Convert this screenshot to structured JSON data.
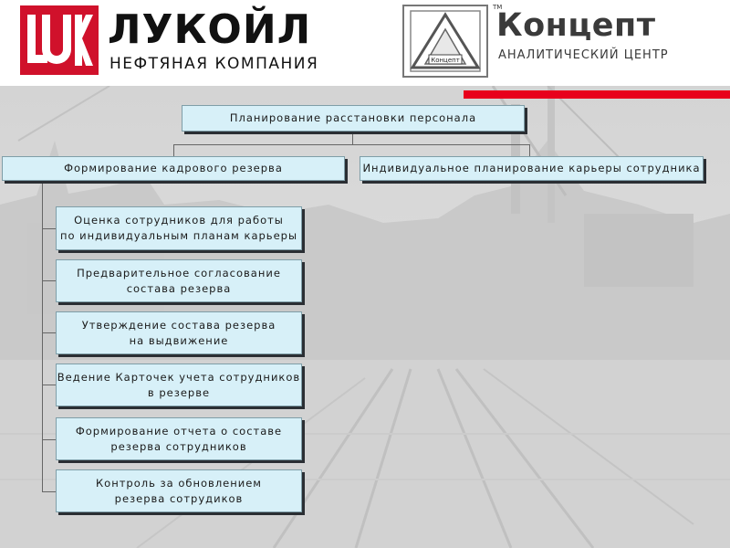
{
  "header": {
    "lukoil": {
      "name": "ЛУКОЙЛ",
      "subtitle": "НЕФТЯНАЯ КОМПАНИЯ",
      "mark": "LUK"
    },
    "concept": {
      "name": "Концепт",
      "subtitle": "АНАЛИТИЧЕСКИЙ ЦЕНТР",
      "tm": "TM",
      "emblem_text": "Концепт"
    }
  },
  "colors": {
    "lukoil_red": "#d0112b",
    "accent_red": "#e8001c",
    "node_fill": "#d7f0f8",
    "node_shadow": "#2a2e33"
  },
  "diagram": {
    "root": "Планирование расстановки персонала",
    "branches": [
      "Формирование кадрового резерва",
      "Индивидуальное планирование карьеры сотрудника"
    ],
    "steps": [
      "Оценка сотрудников для работы\nпо индивидуальным планам карьеры",
      "Предварительное согласование\nсостава резерва",
      "Утверждение состава резерва\nна выдвижение",
      "Ведение Карточек учета сотрудников\nв резерве",
      "Формирование отчета о составе\nрезерва сотрудников",
      "Контроль за обновлением\nрезерва сотрудиков"
    ]
  }
}
